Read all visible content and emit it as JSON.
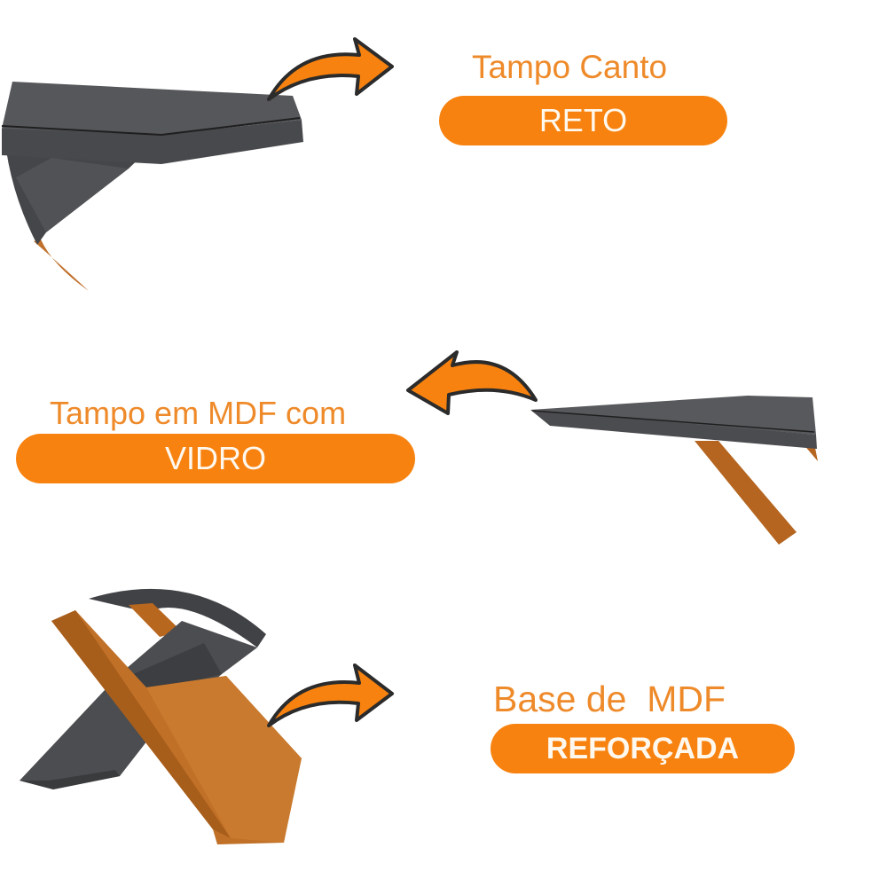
{
  "features": [
    {
      "caption": "Tampo Canto",
      "badge": "RETO",
      "arrow_direction": "right",
      "illustration": "top-corner-panel"
    },
    {
      "caption": "Tampo em MDF com",
      "badge": "VIDRO",
      "arrow_direction": "left",
      "illustration": "top-panel-side-view"
    },
    {
      "caption": "Base de  MDF",
      "badge": "REFORÇADA",
      "arrow_direction": "right",
      "illustration": "crossed-base"
    }
  ],
  "colors": {
    "accent": "#f7820f",
    "caption": "#ee8a2a",
    "badge_text": "#fff8ee",
    "panel_dark": "#4a4b4e",
    "panel_mid": "#5c5d60",
    "wood": "#b8671f",
    "wood_light": "#c97a2e",
    "arrow_outline": "#2b2b2b"
  }
}
